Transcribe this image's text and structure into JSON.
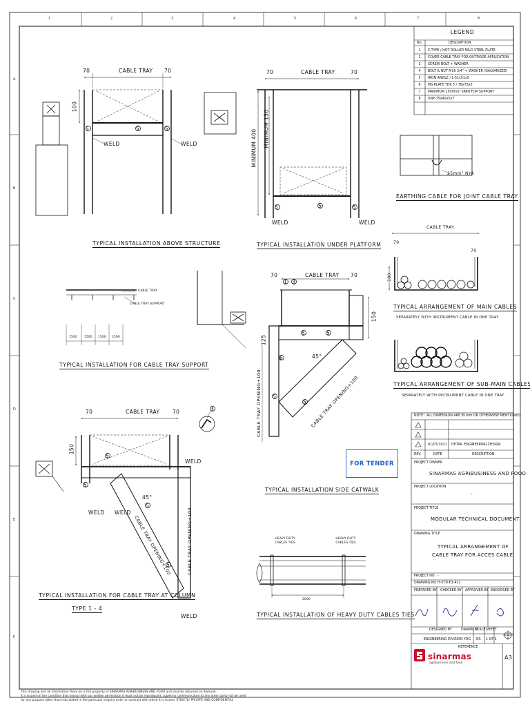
{
  "grid_numbers": [
    "1",
    "2",
    "3",
    "4",
    "5",
    "6",
    "7",
    "8"
  ],
  "grid_letters": [
    "A",
    "B",
    "C",
    "D",
    "E",
    "F"
  ],
  "legend": {
    "title": "LEGEND",
    "header_no": "No.",
    "header_desc": "DESCRIPTION",
    "items": [
      {
        "no": "1",
        "desc": "C-TYPE / HOT ROLLED MILD STEEL PLATE"
      },
      {
        "no": "2",
        "desc": "COVER CABLE TRAY FOR OUTDOOR APPLICATION"
      },
      {
        "no": "3",
        "desc": "SCREW BOLT + WASHER"
      },
      {
        "no": "4",
        "desc": "BOLT & NUT M16 3/4\" + WASHER (GALVANIZED)"
      },
      {
        "no": "5",
        "desc": "IRON ANGLE / L-51x51x5"
      },
      {
        "no": "6",
        "desc": "MS PLATE THK 5 / 78x73x5"
      },
      {
        "no": "7",
        "desc": "MAXIMUM 1500mm SPAN FOR SUPPORT"
      },
      {
        "no": "8",
        "desc": "UNP-75x40x5x7"
      }
    ]
  },
  "captions": {
    "above_structure": "TYPICAL INSTALLATION ABOVE STRUCTURE",
    "under_platform": "TYPICAL INSTALLATION UNDER PLATFORM",
    "earthing": "EARTHING CABLE FOR JOINT CABLE TRAY",
    "tray_support": "TYPICAL INSTALLATION FOR CABLE TRAY SUPPORT",
    "side_catwalk": "TYPICAL INSTALLATION SIDE CATWALK",
    "main_cables": "TYPICAL ARRANGEMENT OF MAIN CABLES",
    "main_cables_sub": "SEPARATELY WITH INSTRUMENT CABLE IN ONE TRAY",
    "sub_main_cables": "TYPICAL ARRANGEMENT OF SUB-MAIN CABLES",
    "sub_main_cables_sub": "SEPARATELY WITH INSTRUMENT CABLE IN ONE TRAY",
    "column_line1": "TYPICAL INSTALLATION FOR CABLE TRAY AT COLUMN",
    "column_line2": "TYPE 1 - 4",
    "cable_ties": "TYPICAL INSTALLATION OF HEAVY DUTY CABLES TIES"
  },
  "labels": {
    "cable_tray": "CABLE TRAY",
    "cable_tray_support": "CABLE TRAY SUPPORT",
    "weld": "WELD",
    "dim_70": "70",
    "dim_100": "100",
    "dim_150": "150",
    "dim_125": "125",
    "dim_1500": "1500",
    "dim_2000": "2000",
    "minimum_400": "MINIMUM 400",
    "minimum_150": "MINIMUM 150",
    "earth_cable": "25mm² NYA",
    "heavy_duty_ties": "HEAVY DUTY CABLES TIES",
    "opening_catwalk": "CABLE TRAY OPENING+100",
    "tray_opening_diag": "CABLE TRAY OPENING+100",
    "angle_45": "45°",
    "balloon_5": "5",
    "balloon_3": "3",
    "balloon_1": "1",
    "balloon_6": "6"
  },
  "stamp": "FOR TENDER",
  "title_block": {
    "note": "NOTE : ALL DIMENSION ARE IN mm OR OTHERWISE MENTIONED",
    "rev_date": "01/07/2021",
    "rev_desc": "DETAIL ENGINEERING DESIGN",
    "rev_label": "REV.",
    "date_label": "DATE",
    "desc_label": "DESCRIPTION",
    "owner_label": "PROJECT OWNER",
    "owner": "SINARMAS AGRIBUSINESS AND FOOD",
    "location_label": "PROJECT LOCATION",
    "location": "-",
    "project_title_label": "PROJECT TITLE",
    "project_title": "MODULAR TECHNICAL DOCUMENT",
    "drawing_title_label": "DRAWING TITLE",
    "drawing_title_1": "TYPICAL ARRANGEMENT OF",
    "drawing_title_2": "CABLE TRAY FOR ACCES CABLE",
    "project_no_label": "PROJECT NO",
    "project_no": "-",
    "drawing_no_label": "DRAWING NO",
    "drawing_no": "H-STD-E1-421",
    "prepared_by": "PREPARED BY",
    "checked_by": "CHECKED BY",
    "approved_by": "APPROVED BY",
    "endorsed_by": "ENDORSED BY",
    "designed_by": "DESIGNED BY",
    "drawn_by": "DRAWN BY",
    "scale_label": "SCALE",
    "sheet_label": "SHEET",
    "division": "ENGINEERING DIVISION",
    "drawn_value": "YOG",
    "scale_value": "NS",
    "sheet_value": "1 OF 1",
    "reference_label": "REFERENCE",
    "size": "A3",
    "company": "sinarmas",
    "company_sub": "agribusiness and food"
  },
  "footer_lines": [
    "This drawing and all information there on is the property of SINARMAS AGRIBUSINESS AND FOOD and shall be returned on demand.",
    "It is issued on the condition that except with our written permission it must not be reproduced, copied or communicated to any other party not be used",
    "for any purpose other than that stated in the particular enquiry order or contract with which it is issued. STRICTLY PRIVATE AND CONFIDENTIAL"
  ]
}
